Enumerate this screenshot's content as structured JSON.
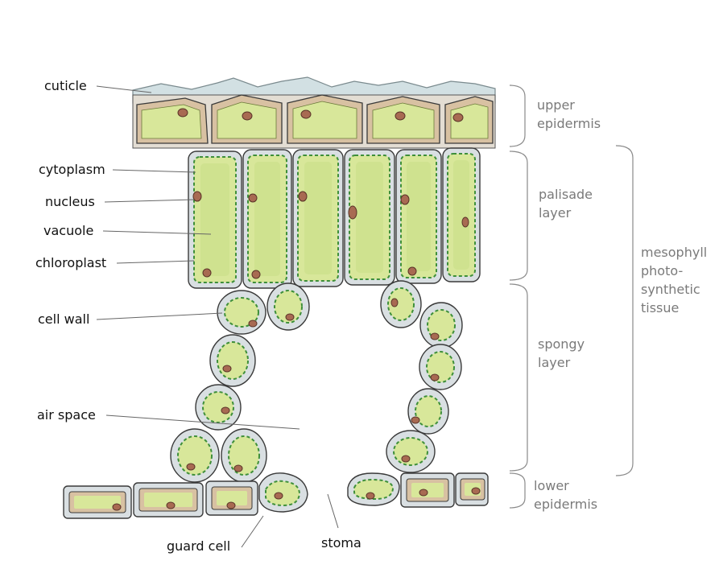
{
  "colors": {
    "cell_wall": "#d9dfe2",
    "outline": "#3a3a3a",
    "cytoplasm_green": "#d8e79a",
    "vacuole_green": "#cfe28f",
    "epidermis_tan": "#d8c1a2",
    "nucleus": "#a86a52",
    "chloroplast": "#3e8f3a",
    "cuticle": "#d2e0e3",
    "bracket": "#8a8a8a",
    "label_dark": "#111111",
    "label_grey": "#7a7a7a"
  },
  "labels": {
    "cuticle": "cuticle",
    "cytoplasm": "cytoplasm",
    "nucleus": "nucleus",
    "vacuole": "vacuole",
    "chloroplast": "chloroplast",
    "cell_wall": "cell wall",
    "air_space": "air space",
    "guard_cell": "guard cell",
    "stoma": "stoma"
  },
  "regions": {
    "upper_epidermis": [
      "upper",
      "epidermis"
    ],
    "palisade_layer": [
      "palisade",
      "layer"
    ],
    "spongy_layer": [
      "spongy",
      "layer"
    ],
    "lower_epidermis": [
      "lower",
      "epidermis"
    ],
    "mesophyll": [
      "mesophyll",
      "photo-",
      "synthetic",
      "tissue"
    ]
  }
}
